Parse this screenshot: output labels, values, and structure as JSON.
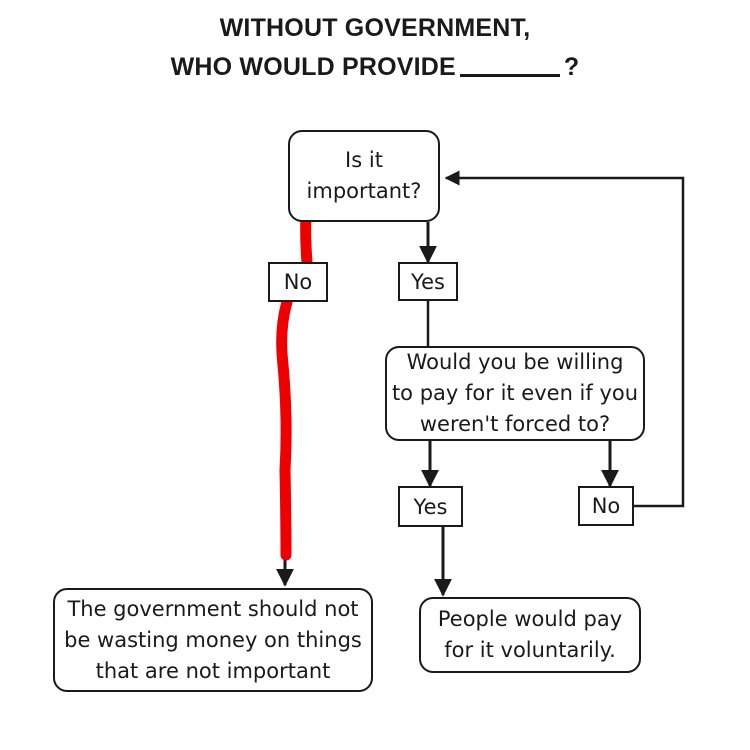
{
  "title": {
    "line1": "WITHOUT GOVERNMENT,",
    "line2_prefix": "WHO WOULD PROVIDE",
    "line2_suffix": "?"
  },
  "nodes": {
    "question_important": {
      "line1": "Is it",
      "line2": "important?"
    },
    "label_no_1": "No",
    "label_yes_1": "Yes",
    "question_willing": {
      "line1": "Would you be willing",
      "line2": "to pay for it even if you",
      "line3": "weren't forced to?"
    },
    "label_yes_2": "Yes",
    "label_no_2": "No",
    "result_government": {
      "line1": "The government should not",
      "line2": "be wasting money on things",
      "line3": "that are not important"
    },
    "result_voluntary": {
      "line1": "People would pay",
      "line2": "for it voluntarily."
    }
  },
  "colors": {
    "ink": "#1a1a1a",
    "highlight_path": "#ee0000"
  }
}
